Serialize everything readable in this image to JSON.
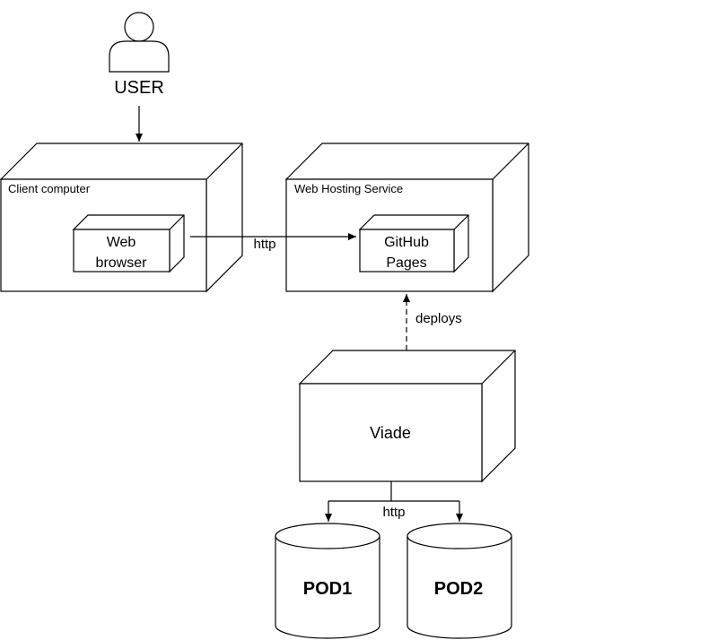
{
  "user": {
    "label": "USER"
  },
  "nodes": {
    "client_computer": {
      "label": "Client computer"
    },
    "web_browser": {
      "line1": "Web",
      "line2": "browser"
    },
    "web_hosting_service": {
      "label": "Web  Hosting Service"
    },
    "github_pages": {
      "line1": "GitHub",
      "line2": "Pages"
    },
    "viade": {
      "label": "Viade"
    },
    "pod1": {
      "label": "POD1"
    },
    "pod2": {
      "label": "POD2"
    }
  },
  "edges": {
    "browser_to_pages": {
      "label": "http"
    },
    "viade_to_pages": {
      "label": "deploys"
    },
    "viade_to_pods": {
      "label": "http"
    }
  }
}
